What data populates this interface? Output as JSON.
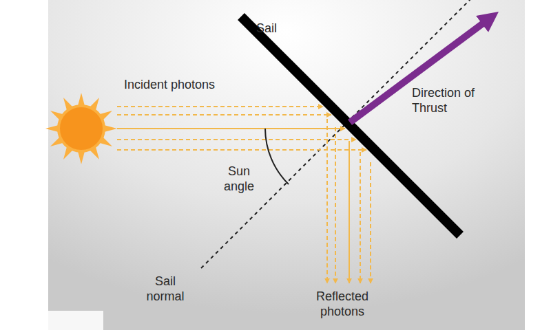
{
  "diagram": {
    "labels": [
      "Sail",
      "Incident photons",
      "Sun angle",
      "Sail normal",
      "Direction of Thrust",
      "Reflected photons"
    ]
  }
}
